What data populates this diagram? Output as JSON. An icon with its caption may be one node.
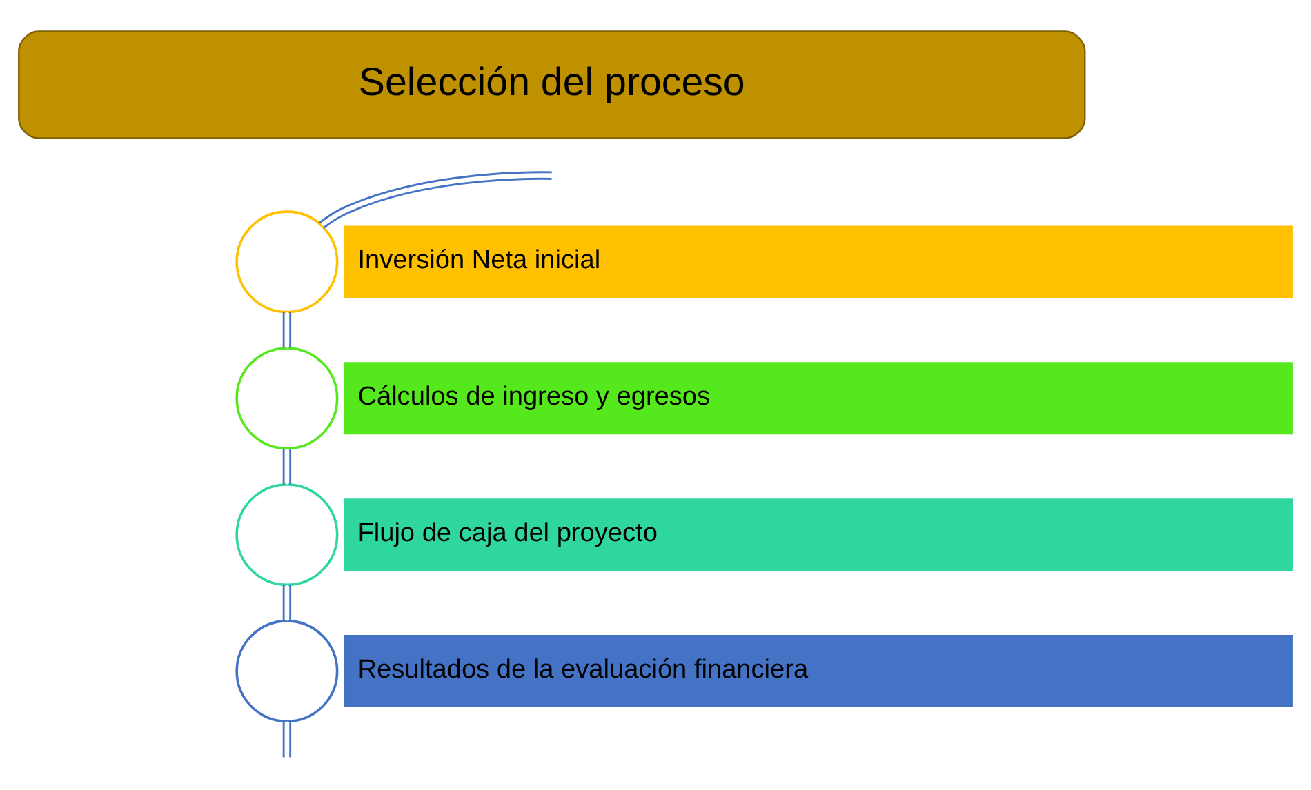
{
  "diagram": {
    "nodes": [
      {
        "text": [
          "Selección del proceso"
        ]
      },
      {
        "text": [],
        "shape": "circle"
      },
      {
        "text": [
          "Inversión Neta inicial"
        ]
      },
      {
        "text": [],
        "shape": "circle"
      },
      {
        "text": [
          "Cálculos de ingreso y egresos"
        ]
      },
      {
        "text": [],
        "shape": "circle"
      },
      {
        "text": [
          "Flujo de caja del proyecto"
        ]
      },
      {
        "text": [],
        "shape": "circle"
      },
      {
        "text": [
          "Resultados de la evaluación financiera"
        ]
      }
    ],
    "edges": [
      {
        "from": null,
        "to": 1,
        "arrow": "none"
      },
      {
        "from": 1,
        "to": 3,
        "arrow": "none"
      },
      {
        "from": 3,
        "to": 5,
        "arrow": "none"
      },
      {
        "from": 5,
        "to": 7,
        "arrow": "none"
      },
      {
        "from": 7,
        "to": null,
        "arrow": "none"
      }
    ]
  }
}
